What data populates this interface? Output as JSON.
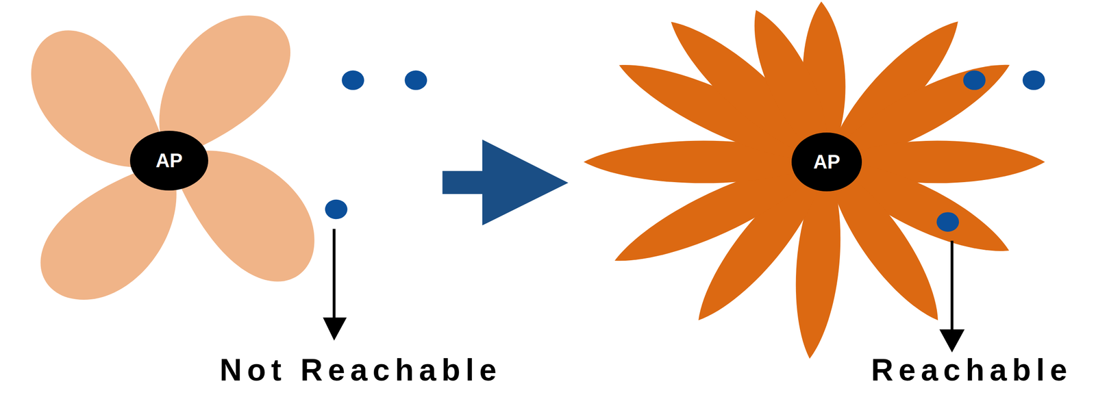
{
  "diagram": {
    "nodes": [
      {
        "text": [
          "AP"
        ]
      },
      {
        "text": [
          "AP"
        ]
      }
    ],
    "labels": [
      "Not Reachable",
      "Reachable"
    ]
  }
}
